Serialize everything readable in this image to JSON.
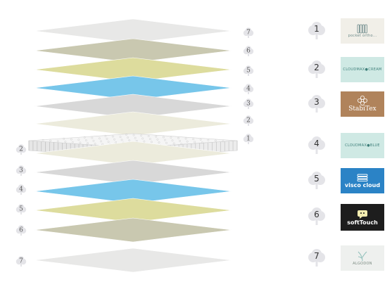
{
  "layer_numbers_right": [
    "7",
    "6",
    "5",
    "4",
    "3",
    "2",
    "1"
  ],
  "layer_numbers_left": [
    "2",
    "3",
    "4",
    "5",
    "6",
    "7"
  ],
  "legend": [
    {
      "num": "1",
      "logo_text": "pocket ortho...",
      "bg": "#f1efe8",
      "fg": "#6d8a8a",
      "icon": "pocket-spring-icon"
    },
    {
      "num": "2",
      "logo_text": "CLOUDMAX●CREAM",
      "bg": "#cfe9e4",
      "fg": "#3e7f7a",
      "icon": ""
    },
    {
      "num": "3",
      "logo_text": "StabiTex",
      "bg": "#b0835b",
      "fg": "#ffffff",
      "icon": "flower-icon"
    },
    {
      "num": "4",
      "logo_text": "CLOUDMAX●BLUE",
      "bg": "#cfe9e4",
      "fg": "#3e7f7a",
      "icon": ""
    },
    {
      "num": "5",
      "logo_text": "visco cloud",
      "bg": "#2b83c6",
      "fg": "#ffffff",
      "icon": "foam-stack-icon"
    },
    {
      "num": "6",
      "logo_text": "softTouch",
      "bg": "#1d1d1d",
      "fg": "#ffffff",
      "icon": "speech-bubble-icon"
    },
    {
      "num": "7",
      "logo_text": "ALGODON",
      "bg": "#eef0ee",
      "fg": "#7a8a80",
      "icon": "leaf-icon"
    }
  ],
  "colors": {
    "cotton": "#e8e8e7",
    "olive": "#c9c8b0",
    "lime": "#dddc9d",
    "blue": "#77c6ea",
    "grey": "#d8d8d8",
    "cream": "#ecebdc",
    "spring": "#f2f2f2",
    "badge": "#e4e4e8"
  }
}
